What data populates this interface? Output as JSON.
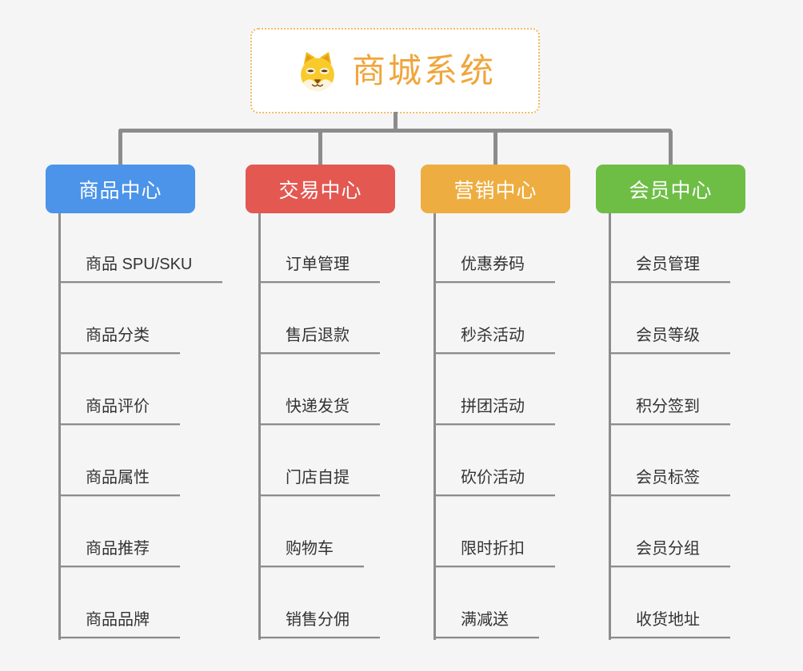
{
  "root": {
    "title": "商城系统",
    "icon": "dog-icon"
  },
  "branches": [
    {
      "label": "商品中心",
      "color": "#4b94e9",
      "items": [
        "商品 SPU/SKU",
        "商品分类",
        "商品评价",
        "商品属性",
        "商品推荐",
        "商品品牌"
      ]
    },
    {
      "label": "交易中心",
      "color": "#e45852",
      "items": [
        "订单管理",
        "售后退款",
        "快递发货",
        "门店自提",
        "购物车",
        "销售分佣"
      ]
    },
    {
      "label": "营销中心",
      "color": "#eead40",
      "items": [
        "优惠券码",
        "秒杀活动",
        "拼团活动",
        "砍价活动",
        "限时折扣",
        "满减送"
      ]
    },
    {
      "label": "会员中心",
      "color": "#6ebe46",
      "items": [
        "会员管理",
        "会员等级",
        "积分签到",
        "会员标签",
        "会员分组",
        "收货地址"
      ]
    }
  ],
  "theme": {
    "background": "#f5f5f6",
    "connector": "#8c8c8c",
    "root_text": "#f0a63c",
    "root_border": "#f2bb5e",
    "item_text": "#333333",
    "item_underline": "#8c8c8c"
  }
}
